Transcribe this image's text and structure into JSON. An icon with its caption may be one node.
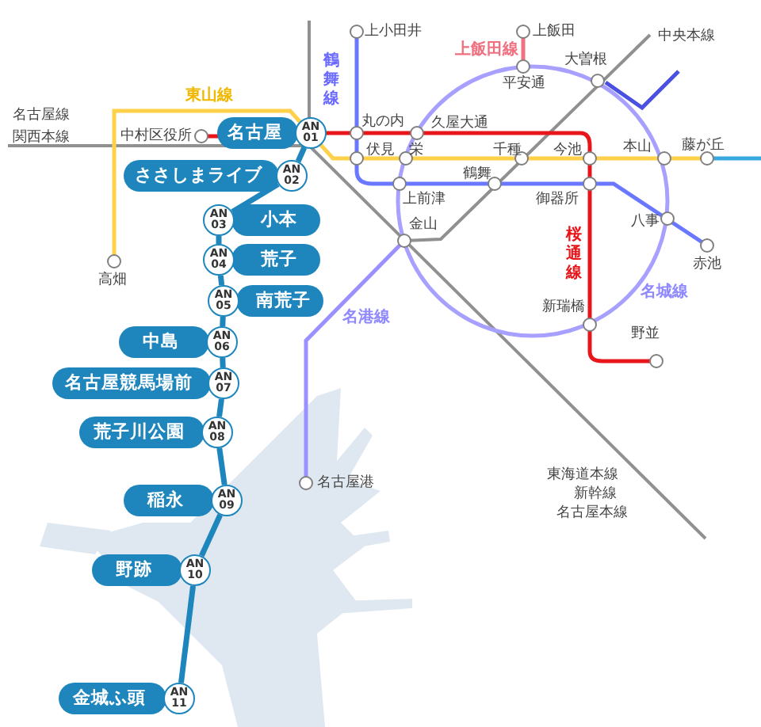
{
  "diagram": {
    "nodes": [
      {
        "text": [
          "名古屋",
          "AN 01"
        ]
      },
      {
        "text": [
          "ささしまライブ",
          "AN 02"
        ]
      },
      {
        "text": [
          "AN 03",
          "小本"
        ]
      },
      {
        "text": [
          "AN 04",
          "荒子"
        ]
      },
      {
        "text": [
          "AN 05",
          "南荒子"
        ]
      },
      {
        "text": [
          "中島",
          "AN 06"
        ]
      },
      {
        "text": [
          "名古屋競馬場前",
          "AN 07"
        ]
      },
      {
        "text": [
          "荒子川公園",
          "AN 08"
        ]
      },
      {
        "text": [
          "稲永",
          "AN 09"
        ]
      },
      {
        "text": [
          "野跡",
          "AN 10"
        ]
      },
      {
        "text": [
          "金城ふ頭",
          "AN 11"
        ]
      }
    ],
    "edges": [
      {
        "from": 0,
        "to": 1,
        "arrow": "none"
      },
      {
        "from": 1,
        "to": 2,
        "arrow": "none"
      },
      {
        "from": 2,
        "to": 3,
        "arrow": "none"
      },
      {
        "from": 3,
        "to": 4,
        "arrow": "none"
      },
      {
        "from": 4,
        "to": 5,
        "arrow": "none"
      },
      {
        "from": 5,
        "to": 6,
        "arrow": "none"
      },
      {
        "from": 6,
        "to": 7,
        "arrow": "none"
      },
      {
        "from": 7,
        "to": 8,
        "arrow": "none"
      },
      {
        "from": 8,
        "to": 9,
        "arrow": "none"
      },
      {
        "from": 9,
        "to": 10,
        "arrow": "none"
      }
    ],
    "labels": [
      "上小田井",
      "上飯田",
      "中央本線",
      "鶴舞線",
      "上飯田線",
      "平安通",
      "大曽根",
      "東山線",
      "名古屋線",
      "関西本線",
      "中村区役所",
      "丸の内",
      "久屋大通",
      "伏見",
      "栄",
      "千種",
      "今池",
      "本山",
      "藤が丘",
      "鶴舞",
      "上前津",
      "御器所",
      "八事",
      "赤池",
      "金山",
      "桜通線",
      "名城線",
      "高畑",
      "名港線",
      "新瑞橋",
      "野並",
      "名古屋港",
      "東海道本線",
      "新幹線",
      "名古屋本線"
    ]
  }
}
